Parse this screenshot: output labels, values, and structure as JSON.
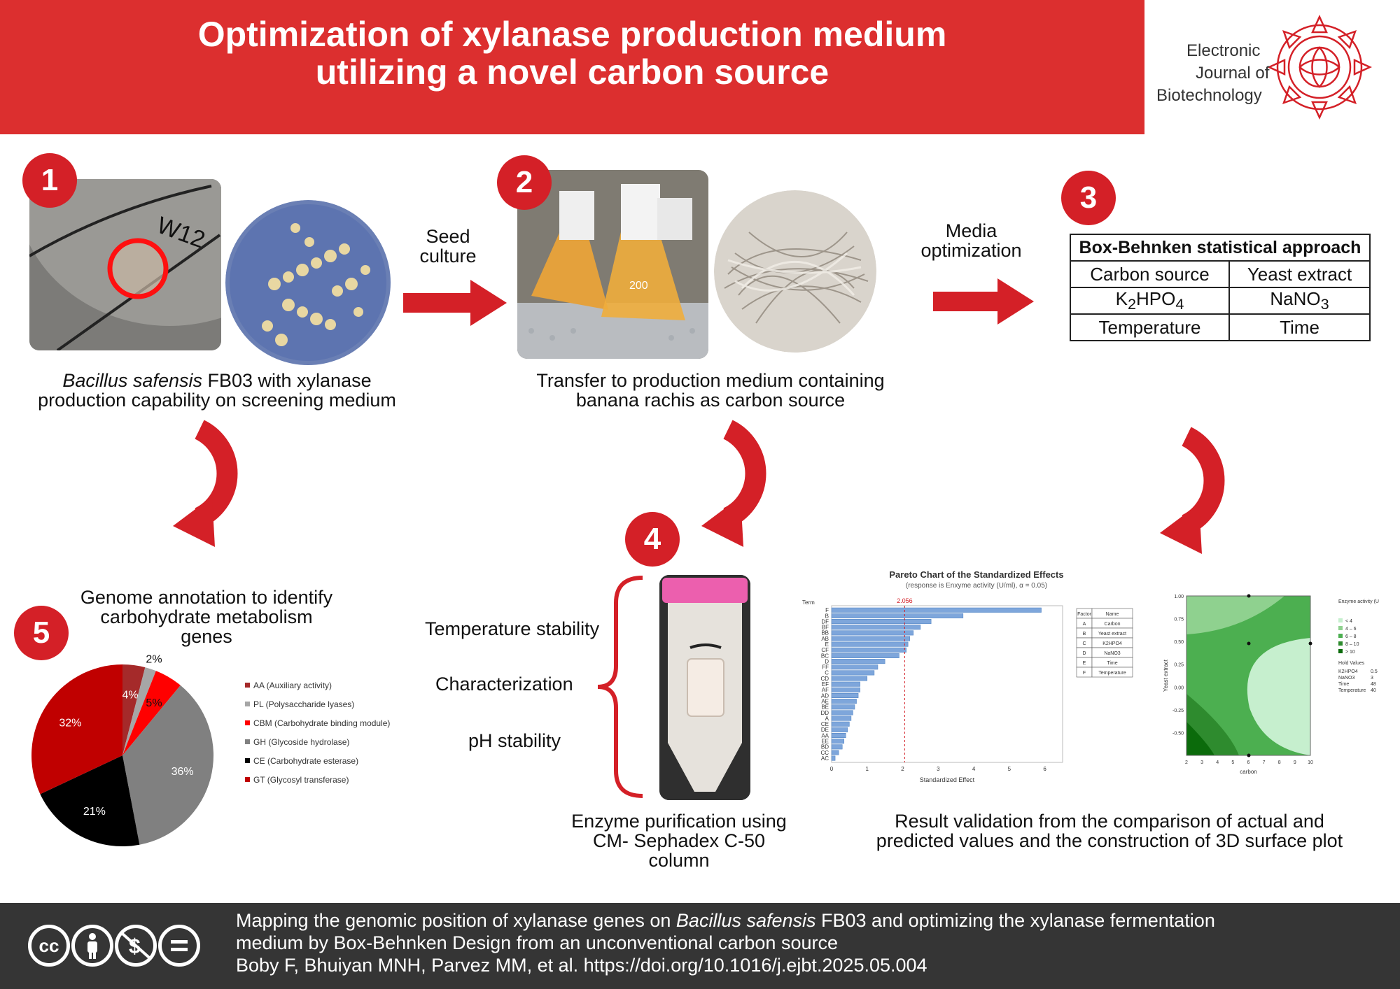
{
  "header": {
    "title_line1": "Optimization of xylanase production medium",
    "title_line2": "utilizing a novel carbon source",
    "background": "#dc2f2f"
  },
  "journal": {
    "line1": "Electronic",
    "line2": "Journal of",
    "line3": "Biotechnology"
  },
  "steps": {
    "s1": {
      "badge": "1",
      "caption_italic": "Bacillus safensis",
      "caption_rest1": " FB03 with xylanase",
      "caption_line2": "production capability on screening medium",
      "plate_label": "W12"
    },
    "arrow1": {
      "line1": "Seed",
      "line2": "culture"
    },
    "s2": {
      "badge": "2",
      "caption_line1": "Transfer to production medium containing",
      "caption_line2": "banana rachis as carbon source",
      "flask_label": "200"
    },
    "arrow2": {
      "line1": "Media",
      "line2": "optimization"
    },
    "s3": {
      "badge": "3",
      "table_title": "Box-Behnken statistical approach",
      "rows": [
        [
          "Carbon source",
          "Yeast extract"
        ],
        [
          "K2HPO4",
          "NaNO3"
        ],
        [
          "Temperature",
          "Time"
        ]
      ]
    },
    "s4": {
      "badge": "4",
      "labels": [
        "Temperature stability",
        "Characterization",
        "pH stability"
      ],
      "caption_line1": "Enzyme purification using",
      "caption_line2": "CM- Sephadex C-50",
      "caption_line3": "column"
    },
    "s5": {
      "badge": "5",
      "caption_line1": "Genome annotation to identify",
      "caption_line2": "carbohydrate metabolism",
      "caption_line3": "genes"
    },
    "s6": {
      "caption_line1": "Result validation from the comparison of actual and",
      "caption_line2": "predicted values and the construction of 3D surface plot"
    }
  },
  "chart_data": [
    {
      "type": "pie",
      "title": "",
      "slices": [
        {
          "name": "AA (Auxiliary activity)",
          "value": 4,
          "color": "#a52a2a",
          "label": "4%"
        },
        {
          "name": "PL (Polysaccharide lyases)",
          "value": 2,
          "color": "#a6a6a6",
          "label": "2%"
        },
        {
          "name": "CBM (Carbohydrate binding module)",
          "value": 5,
          "color": "#ff0000",
          "label": "5%"
        },
        {
          "name": "GH (Glycoside hydrolase)",
          "value": 36,
          "color": "#808080",
          "label": "36%"
        },
        {
          "name": "CE (Carbohydrate esterase)",
          "value": 21,
          "color": "#000000",
          "label": "21%"
        },
        {
          "name": "GT (Glycosyl transferase)",
          "value": 32,
          "color": "#c00000",
          "label": "32%"
        }
      ],
      "legend_position": "right"
    },
    {
      "type": "bar",
      "orientation": "horizontal",
      "title": "Pareto Chart of the Standardized Effects",
      "subtitle": "(response is Enxyme activity (U/ml), α = 0.05)",
      "ylabel": "Term",
      "xlabel": "Standardized Effect",
      "xticks": [
        "0",
        "1",
        "2",
        "3",
        "4",
        "5",
        "6"
      ],
      "xlim": [
        0,
        6.5
      ],
      "reference_line": {
        "value": 2.056,
        "label": "2.056"
      },
      "categories": [
        "F",
        "B",
        "DF",
        "BF",
        "BB",
        "AB",
        "E",
        "CF",
        "BC",
        "D",
        "FF",
        "C",
        "CD",
        "EF",
        "AF",
        "AD",
        "AE",
        "BE",
        "DD",
        "A",
        "CE",
        "DE",
        "AA",
        "EE",
        "BD",
        "CC",
        "AC"
      ],
      "values": [
        5.9,
        3.7,
        2.8,
        2.5,
        2.3,
        2.2,
        2.15,
        2.1,
        1.9,
        1.5,
        1.3,
        1.2,
        1.0,
        0.8,
        0.8,
        0.75,
        0.7,
        0.65,
        0.6,
        0.55,
        0.5,
        0.45,
        0.4,
        0.35,
        0.3,
        0.2,
        0.1
      ],
      "factor_table": {
        "headers": [
          "Factor",
          "Name"
        ],
        "rows": [
          [
            "A",
            "Carbon"
          ],
          [
            "B",
            "Yeast extract"
          ],
          [
            "C",
            "K2HPO4"
          ],
          [
            "D",
            "NaNO3"
          ],
          [
            "E",
            "Time"
          ],
          [
            "F",
            "Temperature"
          ]
        ]
      }
    },
    {
      "type": "contour",
      "xlabel": "carbon",
      "ylabel": "Yeast extract",
      "xticks": [
        "2",
        "3",
        "4",
        "5",
        "6",
        "7",
        "8",
        "9",
        "10"
      ],
      "yticks": [
        "1.00",
        "0.75",
        "0.50",
        "0.25",
        "0.00",
        "-0.25",
        "-0.50"
      ],
      "xlim": [
        2,
        10
      ],
      "ylim": [
        -0.75,
        1.0
      ],
      "legend_title": "Enzyme activity (U/ml)",
      "legend_items": [
        "< 4",
        "4 – 6",
        "6 – 8",
        "8 – 10",
        "> 10"
      ],
      "legend_colors": [
        "#c6efce",
        "#8fd18f",
        "#4caf50",
        "#2e8b2e",
        "#0b6b0b"
      ],
      "hold_title": "Hold Values",
      "hold_values": [
        [
          "K2HPO4",
          "0.5"
        ],
        [
          "NaNO3",
          "3"
        ],
        [
          "Time",
          "48"
        ],
        [
          "Temperature",
          "40"
        ]
      ]
    }
  ],
  "footer": {
    "ref_line1_a": "Mapping the genomic position of xylanase genes on ",
    "ref_line1_italic": "Bacillus safensis",
    "ref_line1_b": " FB03 and optimizing the xylanase fermentation",
    "ref_line2": "medium by Box-Behnken Design from an unconventional carbon source",
    "ref_line3": "Boby F, Bhuiyan MNH, Parvez MM, et al. https://doi.org/10.1016/j.ejbt.2025.05.004",
    "cc_icons": [
      "cc",
      "by",
      "nc",
      "nd"
    ],
    "background": "#353535"
  }
}
